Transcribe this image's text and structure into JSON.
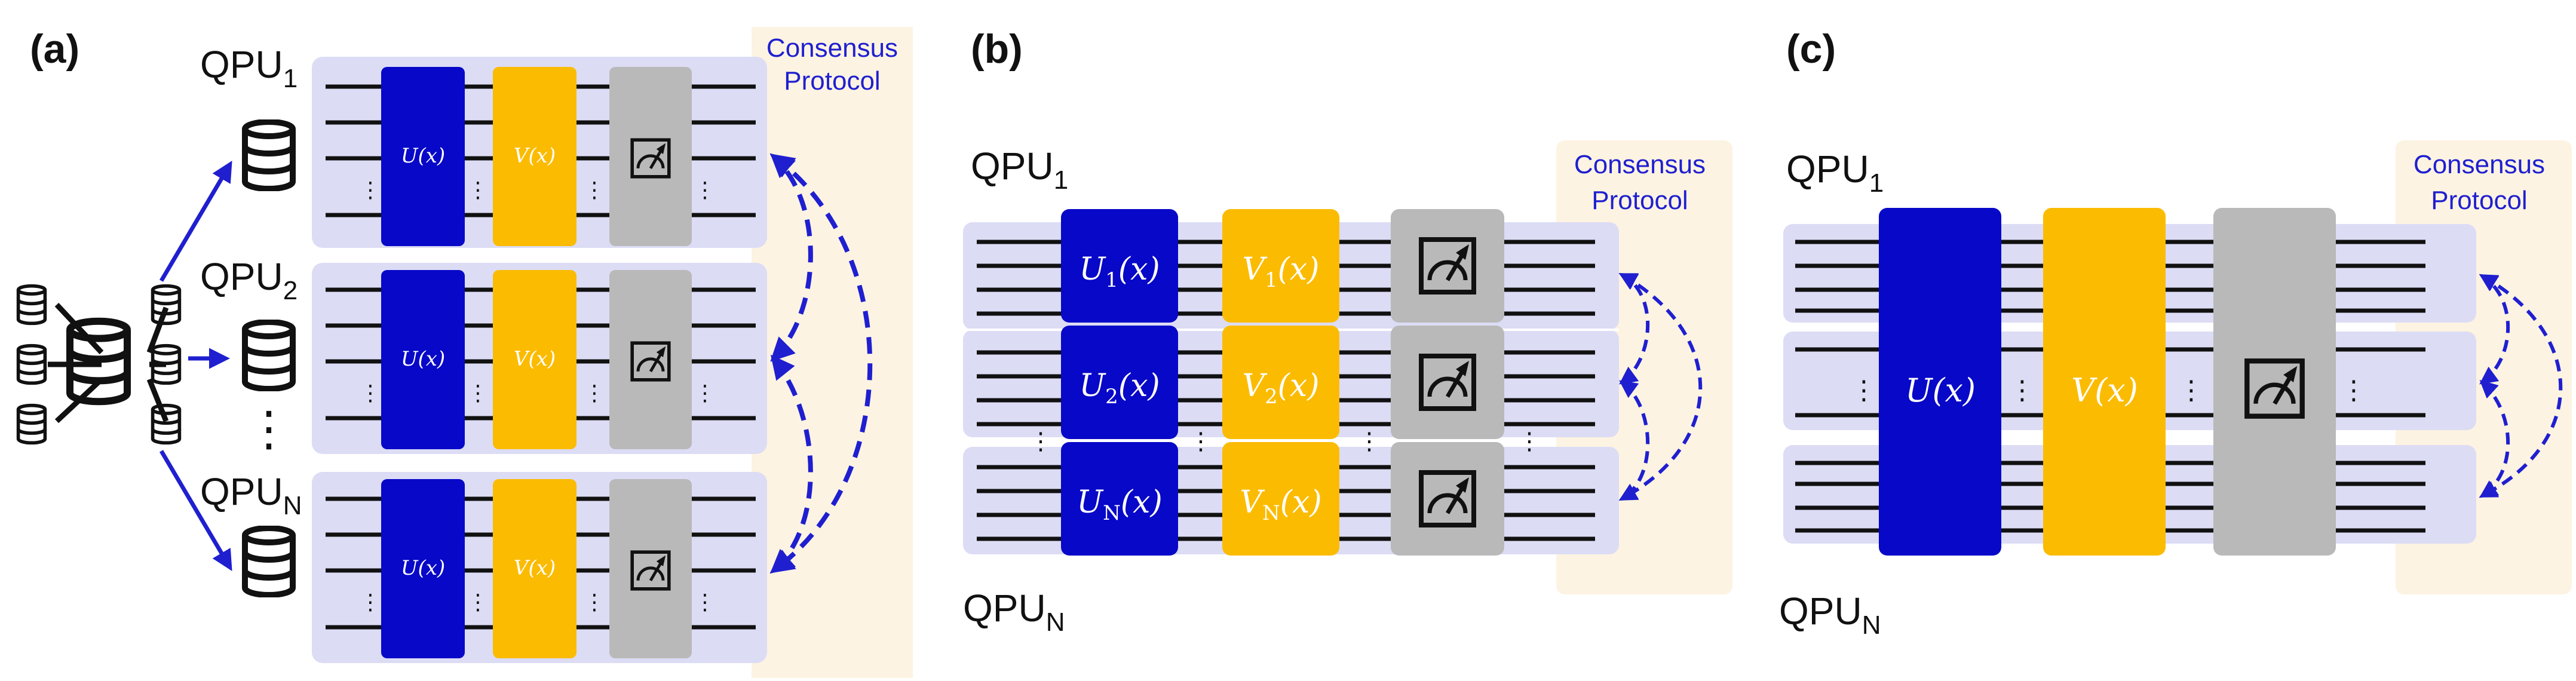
{
  "panels": [
    {
      "label": "(a)",
      "consensus": [
        "Consensus",
        "Protocol"
      ],
      "qpus": [
        {
          "base": "QPU",
          "sub": "1",
          "gates": [
            "U(x)",
            "V(x)"
          ]
        },
        {
          "base": "QPU",
          "sub": "2",
          "gates": [
            "U(x)",
            "V(x)"
          ]
        },
        {
          "base": "QPU",
          "sub": "N",
          "gates": [
            "U(x)",
            "V(x)"
          ]
        }
      ],
      "dots": "⋮"
    },
    {
      "label": "(b)",
      "consensus": [
        "Consensus",
        "Protocol"
      ],
      "qpu_top": {
        "base": "QPU",
        "sub": "1"
      },
      "qpu_bottom": {
        "base": "QPU",
        "sub": "N"
      },
      "rows": [
        {
          "u": {
            "base": "U",
            "sub": "1",
            "arg": "(x)"
          },
          "v": {
            "base": "V",
            "sub": "1",
            "arg": "(x)"
          }
        },
        {
          "u": {
            "base": "U",
            "sub": "2",
            "arg": "(x)"
          },
          "v": {
            "base": "V",
            "sub": "2",
            "arg": "(x)"
          }
        },
        {
          "u": {
            "base": "U",
            "sub": "N",
            "arg": "(x)"
          },
          "v": {
            "base": "V",
            "sub": "N",
            "arg": "(x)"
          }
        }
      ]
    },
    {
      "label": "(c)",
      "consensus": [
        "Consensus",
        "Protocol"
      ],
      "qpu_top": {
        "base": "QPU",
        "sub": "1"
      },
      "qpu_bottom": {
        "base": "QPU",
        "sub": "N"
      },
      "gates": [
        "U(x)",
        "V(x)"
      ]
    }
  ],
  "colors": {
    "u_gate": "#0808c8",
    "v_gate": "#fbbb00",
    "measure": "#b9b9b9",
    "qpu_band": "#dcdcf5",
    "consensus_bg": "#fdf3e2",
    "arrow": "#1f1fd0"
  },
  "icons": [
    "database-icon",
    "distributed-data-icon",
    "measurement-meter-icon"
  ]
}
